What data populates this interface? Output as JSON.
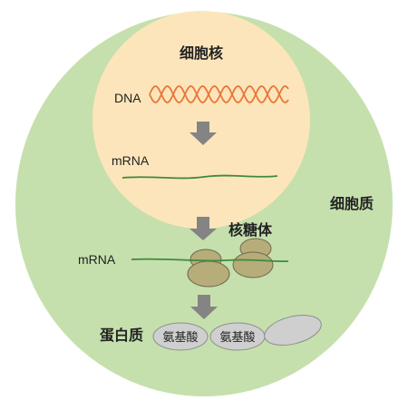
{
  "labels": {
    "nucleus": "细胞核",
    "cytoplasm": "细胞质",
    "dna": "DNA",
    "mrna_in_nucleus": "mRNA",
    "mrna_cytoplasm": "mRNA",
    "ribosome": "核糖体",
    "protein": "蛋白质",
    "amino_acids": [
      "氨基酸",
      "氨基酸"
    ]
  },
  "colors": {
    "cell": "#c5e0ad",
    "nucleus": "#fde5bb",
    "dna_strand": "#e8773a",
    "mrna_strand": "#3f8a3b",
    "arrow": "#848484",
    "ribosome": "#b6ad7a",
    "ribosome_edge": "#6e6a4e",
    "amino_acid": "#cfcfcf",
    "amino_acid_edge": "#8e8e8e"
  },
  "icons": [
    "down-arrow-icon",
    "down-arrow-icon",
    "down-arrow-icon"
  ]
}
